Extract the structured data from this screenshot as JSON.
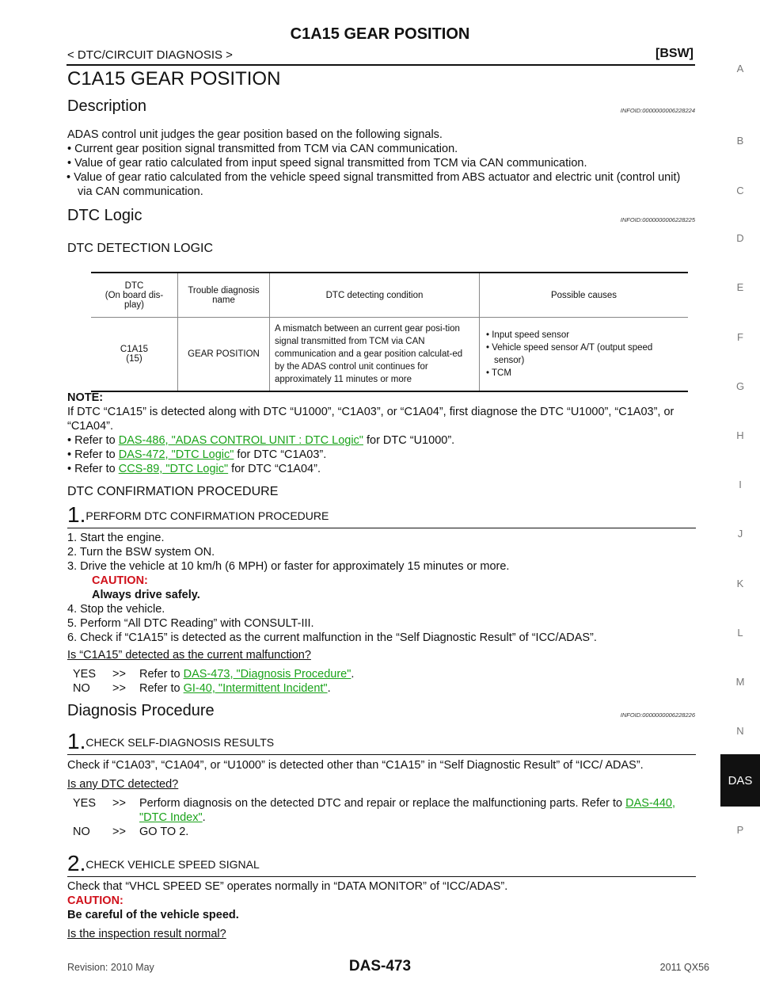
{
  "header": {
    "title": "C1A15 GEAR POSITION",
    "breadcrumb": "< DTC/CIRCUIT DIAGNOSIS >",
    "section_code": "[BSW]"
  },
  "side_index": [
    "A",
    "B",
    "C",
    "D",
    "E",
    "F",
    "G",
    "H",
    "I",
    "J",
    "K",
    "L",
    "M",
    "N",
    "DAS",
    "P"
  ],
  "page_title": "C1A15 GEAR POSITION",
  "description": {
    "heading": "Description",
    "infoid": "INFOID:0000000006228224",
    "intro": "ADAS control unit judges the gear position based on the following signals.",
    "bullets": [
      "Current gear position signal transmitted from TCM via CAN communication.",
      "Value of gear ratio calculated from input speed signal transmitted from TCM via CAN communication.",
      "Value of gear ratio calculated from the vehicle speed signal transmitted from ABS actuator and electric unit (control unit) via CAN communication."
    ]
  },
  "dtc_logic": {
    "heading": "DTC Logic",
    "infoid": "INFOID:0000000006228225",
    "detection_heading": "DTC DETECTION LOGIC",
    "table": {
      "headers": [
        "DTC\n(On board dis-\nplay)",
        "Trouble diagnosis\nname",
        "DTC detecting condition",
        "Possible causes"
      ],
      "row": {
        "dtc": "C1A15\n(15)",
        "name": "GEAR POSITION",
        "condition": "A mismatch between an current gear posi-tion signal transmitted from TCM via CAN communication and a gear position calculat-ed by the ADAS control unit continues for approximately 11 minutes or more",
        "causes": [
          "Input speed sensor",
          "Vehicle speed sensor A/T (output speed sensor)",
          "TCM"
        ]
      }
    },
    "note_label": "NOTE:",
    "note_text": "If DTC “C1A15” is detected along with DTC “U1000”, “C1A03”, or “C1A04”, first diagnose the DTC “U1000”, “C1A03”, or “C1A04”.",
    "refer": [
      {
        "pre": "Refer to ",
        "link": "DAS-486, \"ADAS CONTROL UNIT : DTC Logic\"",
        "post": " for DTC “U1000”."
      },
      {
        "pre": "Refer to ",
        "link": "DAS-472, \"DTC Logic\"",
        "post": " for DTC “C1A03”."
      },
      {
        "pre": "Refer to ",
        "link": "CCS-89, \"DTC Logic\"",
        "post": " for DTC “C1A04”."
      }
    ]
  },
  "confirmation": {
    "heading": "DTC CONFIRMATION PROCEDURE",
    "step1_num": "1.",
    "step1_label": "PERFORM DTC CONFIRMATION PROCEDURE",
    "items": [
      "1.  Start the engine.",
      "2.  Turn the BSW system ON.",
      "3.  Drive the vehicle at 10 km/h (6 MPH) or faster for approximately 15 minutes or more.",
      "4.  Stop the vehicle.",
      "5.  Perform “All DTC Reading” with CONSULT-III.",
      "6.  Check if “C1A15” is detected as the current malfunction in the “Self Diagnostic Result” of “ICC/ADAS”."
    ],
    "caution_label": "CAUTION:",
    "caution_text": "Always drive safely.",
    "question": "Is “C1A15” detected as the current malfunction?",
    "yes_key": "YES",
    "yes_arrow": ">>",
    "yes_pre": "Refer to ",
    "yes_link": "DAS-473, \"Diagnosis Procedure\"",
    "yes_post": ".",
    "no_key": "NO",
    "no_arrow": ">>",
    "no_pre": "Refer to ",
    "no_link": "GI-40, \"Intermittent Incident\"",
    "no_post": "."
  },
  "diagnosis": {
    "heading": "Diagnosis Procedure",
    "infoid": "INFOID:0000000006228226",
    "step1_num": "1.",
    "step1_label": "CHECK SELF-DIAGNOSIS RESULTS",
    "step1_text": "Check if “C1A03”, “C1A04”, or “U1000” is detected other than “C1A15” in “Self Diagnostic Result” of “ICC/ ADAS”.",
    "step1_question": "Is any DTC detected?",
    "yes_key": "YES",
    "yes_arrow": ">>",
    "yes_pre": "Perform diagnosis on the detected DTC and repair or replace the malfunctioning parts. Refer to ",
    "yes_link": "DAS-440, \"DTC Index\"",
    "yes_post": ".",
    "no_key": "NO",
    "no_arrow": ">>",
    "no_text": "GO TO 2.",
    "step2_num": "2.",
    "step2_label": "CHECK VEHICLE SPEED SIGNAL",
    "step2_text": "Check that “VHCL SPEED SE” operates normally in “DATA MONITOR” of “ICC/ADAS”.",
    "caution_label": "CAUTION:",
    "caution_text": "Be careful of the vehicle speed.",
    "step2_question": "Is the inspection result normal?"
  },
  "footer": {
    "revision": "Revision: 2010 May",
    "page": "DAS-473",
    "model": "2011 QX56"
  }
}
